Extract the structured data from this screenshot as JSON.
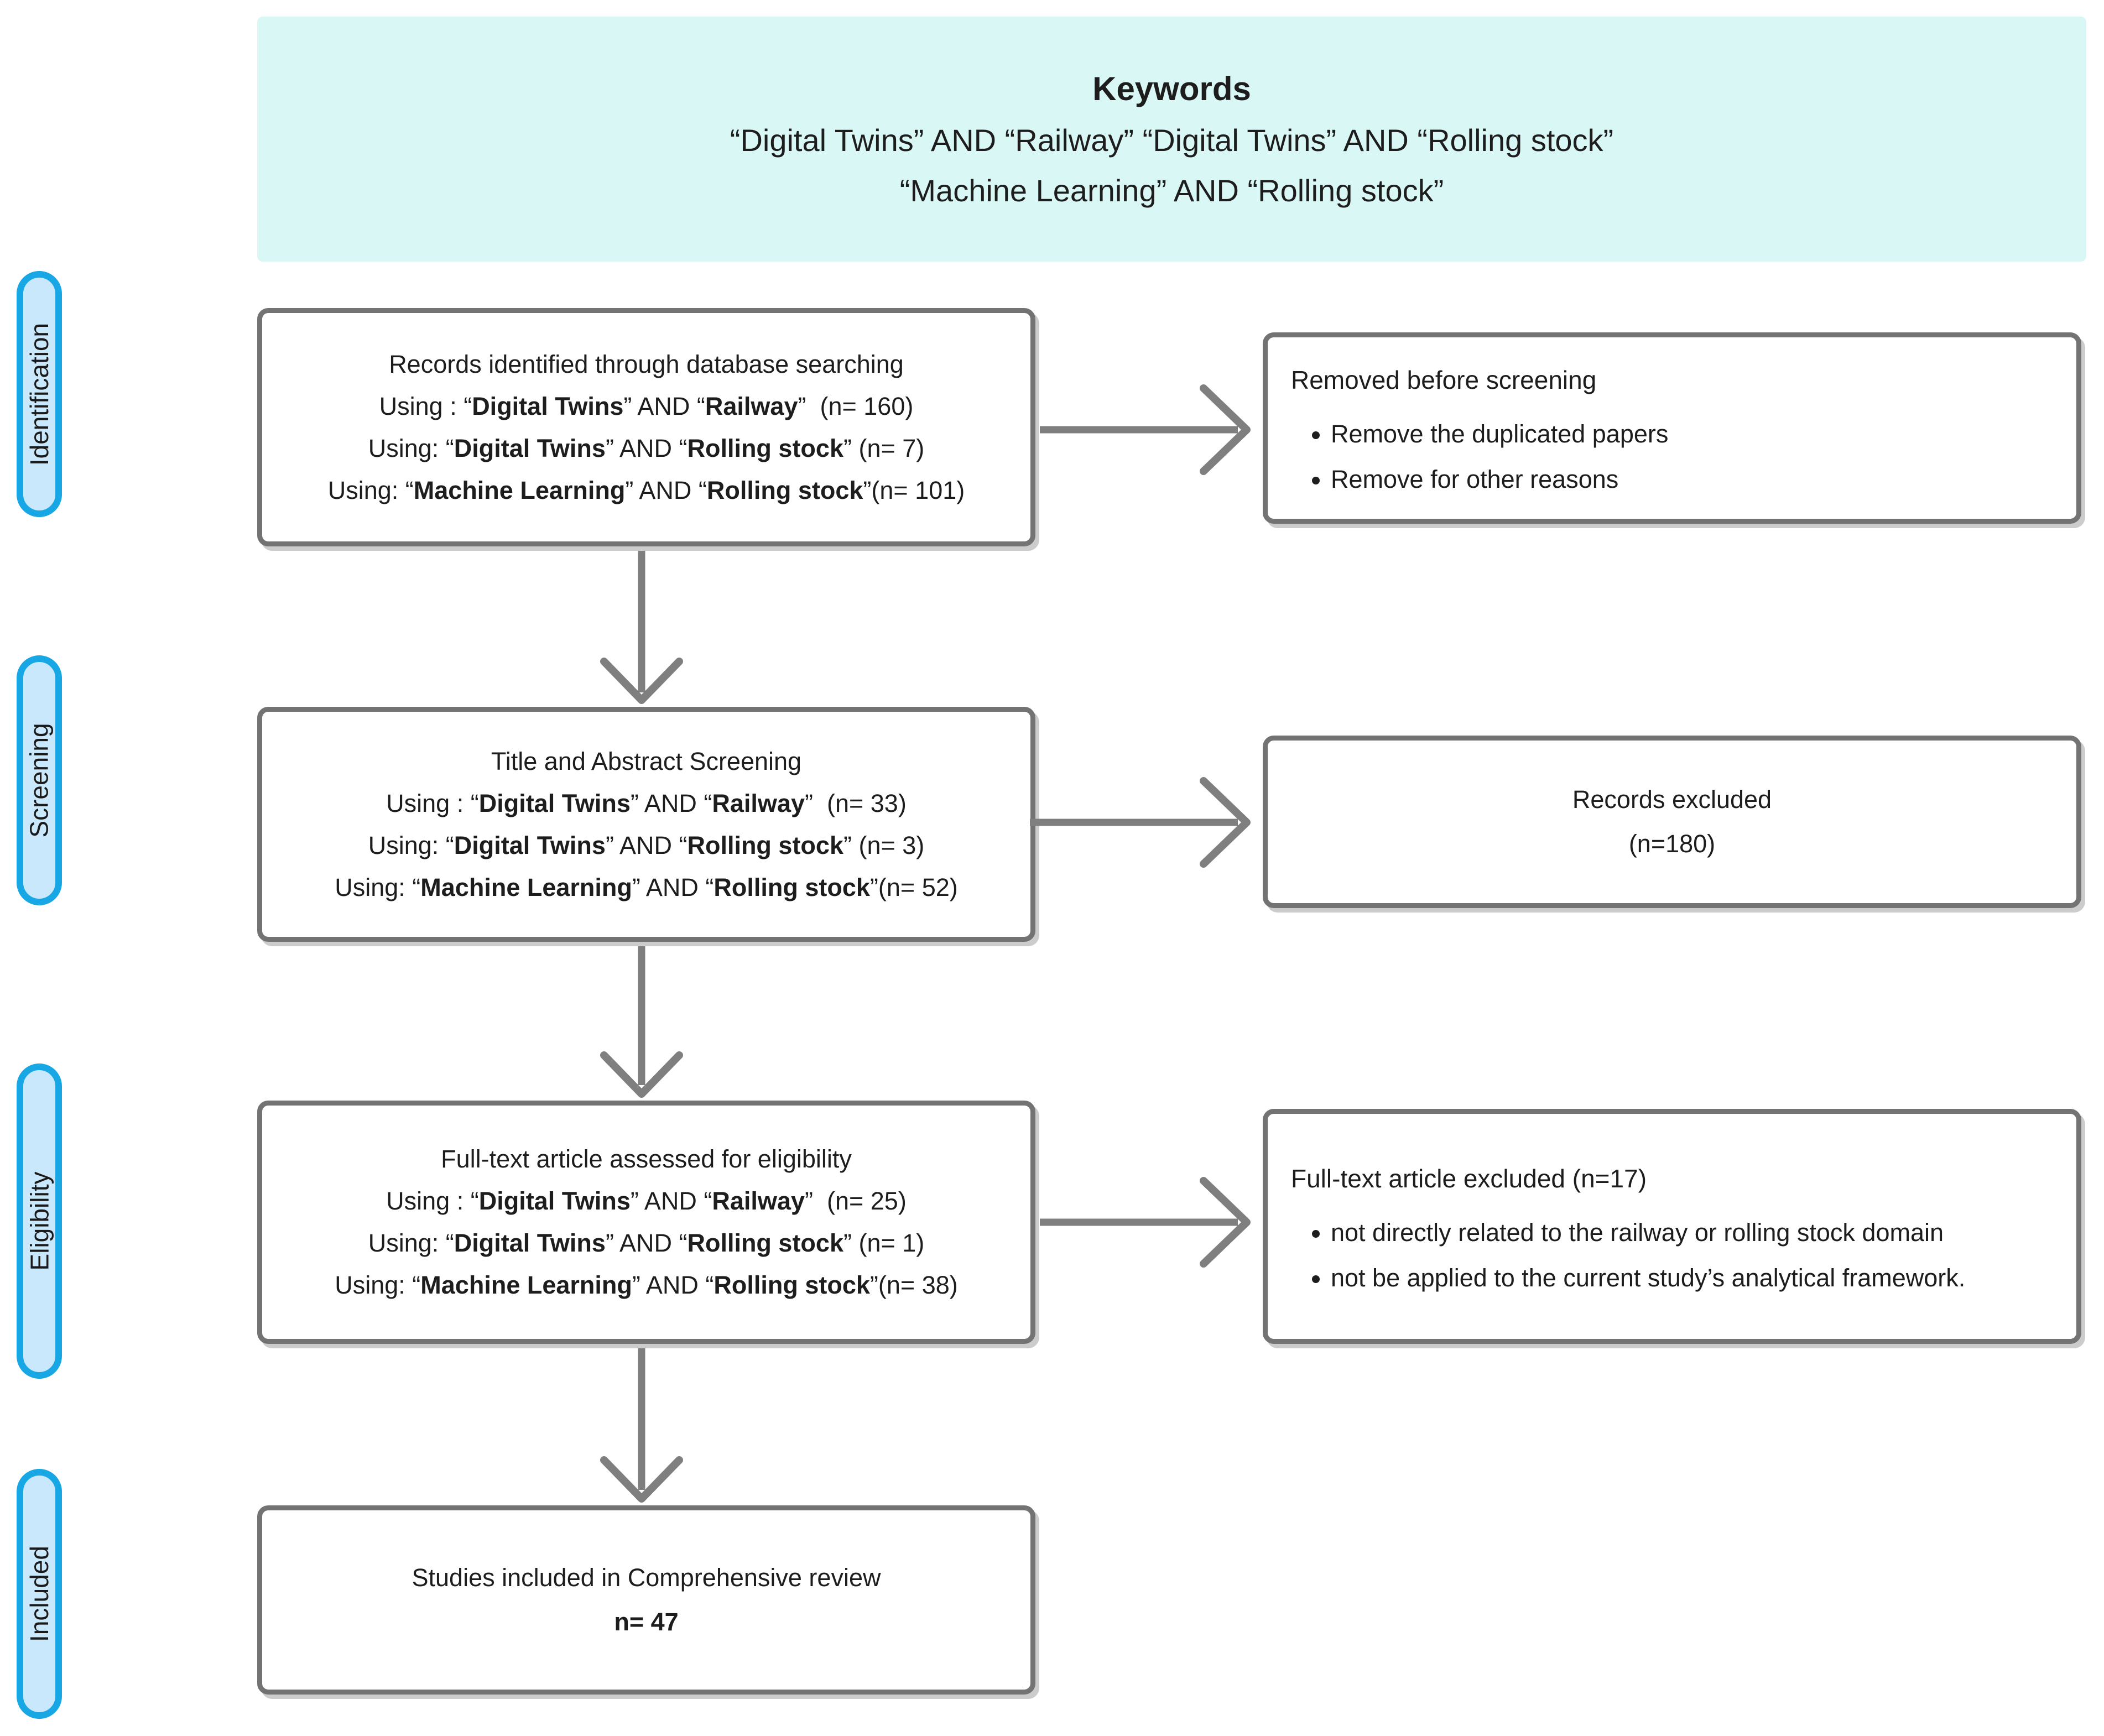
{
  "colors": {
    "keywords-bg": "#d9f7f4",
    "pill-fill": "#cae8fc",
    "pill-border": "#17a7e5",
    "box-border": "#737373",
    "arrow": "#7f7f7f",
    "text": "#1d1d1d"
  },
  "keywords_box": {
    "title": "Keywords",
    "line1": "“Digital Twins” AND “Railway” “Digital Twins” AND “Rolling stock”",
    "line2": "“Machine Learning” AND “Rolling stock”"
  },
  "sidebar": {
    "stages": [
      "Identification",
      "Screening",
      "Eligibility",
      "Included"
    ]
  },
  "identification_box": {
    "lines": [
      [
        {
          "t": "Records identified through database searching"
        }
      ],
      [
        {
          "t": "Using : “"
        },
        {
          "t": "Digital Twins",
          "b": true
        },
        {
          "t": "” AND “"
        },
        {
          "t": "Railway",
          "b": true
        },
        {
          "t": "”  (n= 160)"
        }
      ],
      [
        {
          "t": "Using: “"
        },
        {
          "t": "Digital Twins",
          "b": true
        },
        {
          "t": "” AND “"
        },
        {
          "t": "Rolling stock",
          "b": true
        },
        {
          "t": "” (n= 7)"
        }
      ],
      [
        {
          "t": "Using: “"
        },
        {
          "t": "Machine Learning",
          "b": true
        },
        {
          "t": "” AND “"
        },
        {
          "t": "Rolling stock",
          "b": true
        },
        {
          "t": "”(n= 101)"
        }
      ]
    ]
  },
  "removed_box": {
    "title": "Removed before screening",
    "bullets": [
      "Remove the duplicated papers",
      "Remove for other reasons"
    ]
  },
  "screening_box": {
    "lines": [
      [
        {
          "t": "Title and Abstract Screening"
        }
      ],
      [
        {
          "t": "Using : “"
        },
        {
          "t": "Digital Twins",
          "b": true
        },
        {
          "t": "” AND “"
        },
        {
          "t": "Railway",
          "b": true
        },
        {
          "t": "”  (n= 33)"
        }
      ],
      [
        {
          "t": "Using: “"
        },
        {
          "t": "Digital Twins",
          "b": true
        },
        {
          "t": "” AND “"
        },
        {
          "t": "Rolling stock",
          "b": true
        },
        {
          "t": "” (n= 3)"
        }
      ],
      [
        {
          "t": "Using: “"
        },
        {
          "t": "Machine Learning",
          "b": true
        },
        {
          "t": "” AND “"
        },
        {
          "t": "Rolling stock",
          "b": true
        },
        {
          "t": "”(n= 52)"
        }
      ]
    ]
  },
  "records_excluded_box": {
    "line1": "Records excluded",
    "line2": "(n=180)"
  },
  "eligibility_box": {
    "lines": [
      [
        {
          "t": "Full-text article assessed for eligibility"
        }
      ],
      [
        {
          "t": "Using : “"
        },
        {
          "t": "Digital Twins",
          "b": true
        },
        {
          "t": "” AND “"
        },
        {
          "t": "Railway",
          "b": true
        },
        {
          "t": "”  (n= 25)"
        }
      ],
      [
        {
          "t": "Using: “"
        },
        {
          "t": "Digital Twins",
          "b": true
        },
        {
          "t": "” AND “"
        },
        {
          "t": "Rolling stock",
          "b": true
        },
        {
          "t": "” (n= 1)"
        }
      ],
      [
        {
          "t": "Using: “"
        },
        {
          "t": "Machine Learning",
          "b": true
        },
        {
          "t": "” AND “"
        },
        {
          "t": "Rolling stock",
          "b": true
        },
        {
          "t": "”(n= 38)"
        }
      ]
    ]
  },
  "fulltext_excluded_box": {
    "title": "Full-text article excluded (n=17)",
    "bullets": [
      "not directly related to the railway or rolling stock domain",
      "not be applied to the current study’s analytical framework."
    ]
  },
  "included_box": {
    "line1": "Studies included in Comprehensive review",
    "line2": "n= 47"
  }
}
